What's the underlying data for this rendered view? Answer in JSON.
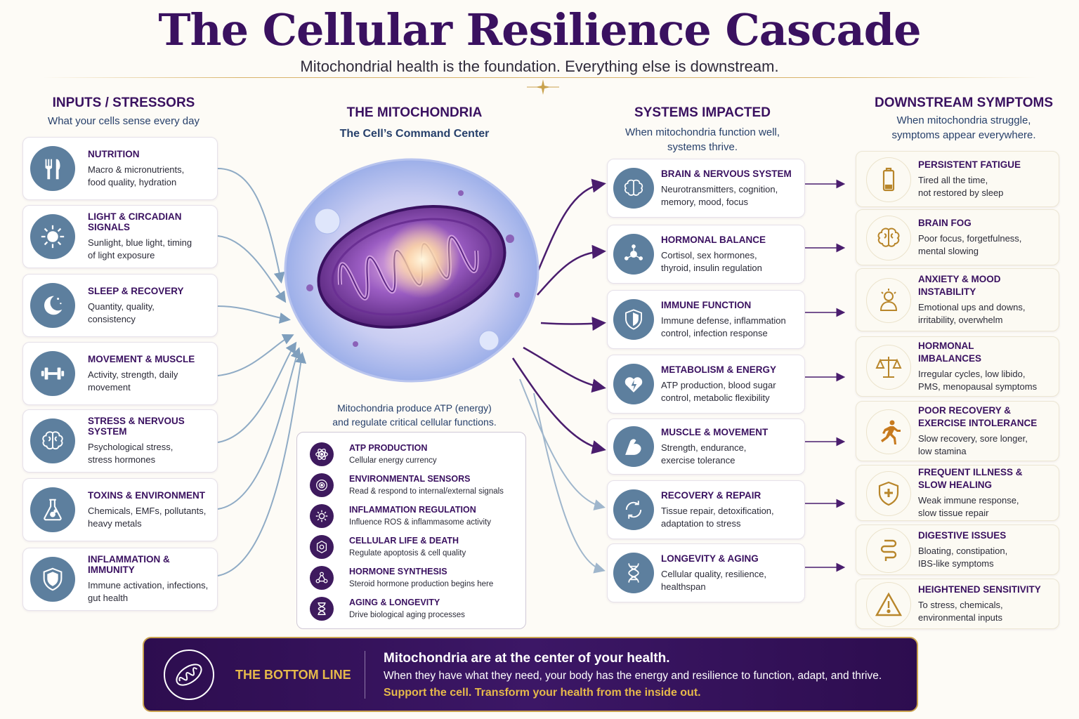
{
  "header": {
    "title": "The Cellular Resilience Cascade",
    "subtitle": "Mitochondrial health is the foundation. Everything else is downstream."
  },
  "inputs": {
    "heading": "INPUTS / STRESSORS",
    "subheading": "What your cells sense every day",
    "items": [
      {
        "title": "NUTRITION",
        "desc1": "Macro & micronutrients,",
        "desc2": "food quality, hydration",
        "icon": "fork-knife-icon"
      },
      {
        "title": "LIGHT & CIRCADIAN SIGNALS",
        "desc1": "Sunlight, blue light, timing",
        "desc2": "of light exposure",
        "icon": "sun-icon"
      },
      {
        "title": "SLEEP & RECOVERY",
        "desc1": "Quantity, quality,",
        "desc2": "consistency",
        "icon": "moon-icon"
      },
      {
        "title": "MOVEMENT & MUSCLE",
        "desc1": "Activity, strength, daily",
        "desc2": "movement",
        "icon": "dumbbell-icon"
      },
      {
        "title": "STRESS & NERVOUS SYSTEM",
        "desc1": "Psychological stress,",
        "desc2": "stress hormones",
        "icon": "brain-icon"
      },
      {
        "title": "TOXINS & ENVIRONMENT",
        "desc1": "Chemicals, EMFs, pollutants,",
        "desc2": "heavy metals",
        "icon": "flask-icon"
      },
      {
        "title": "INFLAMMATION & IMMUNITY",
        "desc1": "Immune activation, infections,",
        "desc2": "gut health",
        "icon": "shield-icon"
      }
    ]
  },
  "mitochondria": {
    "heading": "THE MITOCHONDRIA",
    "subheading": "The Cell’s Command Center",
    "note1": "Mitochondria produce ATP (energy)",
    "note2": "and regulate critical cellular functions.",
    "functions": [
      {
        "title": "ATP PRODUCTION",
        "desc": "Cellular energy currency",
        "icon": "atom-icon"
      },
      {
        "title": "ENVIRONMENTAL SENSORS",
        "desc": "Read & respond to internal/external signals",
        "icon": "sensor-icon"
      },
      {
        "title": "INFLAMMATION REGULATION",
        "desc": "Influence ROS & inflammasome activity",
        "icon": "gear-icon"
      },
      {
        "title": "CELLULAR LIFE & DEATH",
        "desc": "Regulate apoptosis & cell quality",
        "icon": "cell-icon"
      },
      {
        "title": "HORMONE SYNTHESIS",
        "desc": "Steroid hormone production begins here",
        "icon": "molecule-icon"
      },
      {
        "title": "AGING & LONGEVITY",
        "desc": "Drive biological aging processes",
        "icon": "hourglass-icon"
      }
    ]
  },
  "systems": {
    "heading": "SYSTEMS IMPACTED",
    "sub1": "When mitochondria function well,",
    "sub2": "systems thrive.",
    "items": [
      {
        "title": "BRAIN & NERVOUS SYSTEM",
        "desc1": "Neurotransmitters, cognition,",
        "desc2": "memory, mood, focus",
        "icon": "brain-icon"
      },
      {
        "title": "HORMONAL BALANCE",
        "desc1": "Cortisol, sex hormones,",
        "desc2": "thyroid, insulin regulation",
        "icon": "hormone-icon"
      },
      {
        "title": "IMMUNE FUNCTION",
        "desc1": "Immune defense, inflammation",
        "desc2": "control, infection response",
        "icon": "shield-icon"
      },
      {
        "title": "METABOLISM & ENERGY",
        "desc1": "ATP production, blood sugar",
        "desc2": "control, metabolic flexibility",
        "icon": "heart-icon"
      },
      {
        "title": "MUSCLE & MOVEMENT",
        "desc1": "Strength, endurance,",
        "desc2": "exercise tolerance",
        "icon": "muscle-icon"
      },
      {
        "title": "RECOVERY & REPAIR",
        "desc1": "Tissue repair, detoxification,",
        "desc2": "adaptation to stress",
        "icon": "cycle-icon"
      },
      {
        "title": "LONGEVITY & AGING",
        "desc1": "Cellular quality, resilience,",
        "desc2": "healthspan",
        "icon": "dna-icon"
      }
    ]
  },
  "symptoms": {
    "heading": "DOWNSTREAM SYMPTOMS",
    "sub1": "When mitochondria struggle,",
    "sub2": "symptoms appear everywhere.",
    "items": [
      {
        "title1": "PERSISTENT FATIGUE",
        "title2": "",
        "desc1": "Tired all the time,",
        "desc2": "not restored by sleep",
        "icon": "battery-icon"
      },
      {
        "title1": "BRAIN FOG",
        "title2": "",
        "desc1": "Poor focus, forgetfulness,",
        "desc2": "mental slowing",
        "icon": "brain-icon"
      },
      {
        "title1": "ANXIETY & MOOD",
        "title2": "INSTABILITY",
        "desc1": "Emotional ups and downs,",
        "desc2": "irritability, overwhelm",
        "icon": "person-icon"
      },
      {
        "title1": "HORMONAL",
        "title2": "IMBALANCES",
        "desc1": "Irregular cycles, low libido,",
        "desc2": "PMS, menopausal symptoms",
        "icon": "scales-icon"
      },
      {
        "title1": "POOR RECOVERY &",
        "title2": "EXERCISE INTOLERANCE",
        "desc1": "Slow recovery, sore longer,",
        "desc2": "low stamina",
        "icon": "runner-icon"
      },
      {
        "title1": "FREQUENT ILLNESS &",
        "title2": "SLOW HEALING",
        "desc1": "Weak immune response,",
        "desc2": "slow tissue repair",
        "icon": "shield-plus-icon"
      },
      {
        "title1": "DIGESTIVE ISSUES",
        "title2": "",
        "desc1": "Bloating, constipation,",
        "desc2": "IBS-like symptoms",
        "icon": "intestine-icon"
      },
      {
        "title1": "HEIGHTENED SENSITIVITY",
        "title2": "",
        "desc1": "To stress, chemicals,",
        "desc2": "environmental inputs",
        "icon": "warning-icon"
      }
    ]
  },
  "bottom": {
    "label": "THE BOTTOM LINE",
    "headline": "Mitochondria are at the center of your health.",
    "text": "When they have what they need, your body has the energy and resilience to function, adapt, and thrive.",
    "slogan": "Support the cell. Transform your health from the inside out."
  },
  "colors": {
    "brand_purple": "#3a1160",
    "icon_blue": "#5d7f9e",
    "gold": "#c9a24e"
  }
}
